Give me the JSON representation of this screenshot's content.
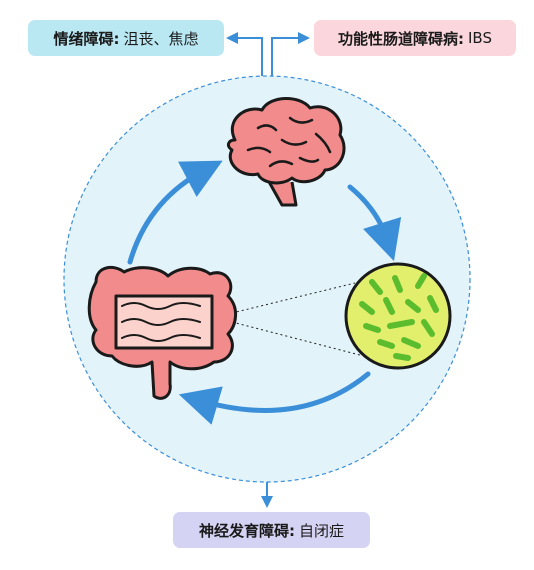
{
  "labels": {
    "mood": {
      "title": "情绪障碍:",
      "detail": "沮丧、焦虑",
      "color": "#b9e8f3"
    },
    "ibs": {
      "title": "功能性肠道障碍病:",
      "detail": "IBS",
      "color": "#fbd6dc"
    },
    "neuro": {
      "title": "神经发育障碍:",
      "detail": "自闭症",
      "color": "#d5d3f3"
    }
  },
  "icons": [
    "brain-icon",
    "bacteria-icon",
    "intestine-icon"
  ],
  "colors": {
    "circle_fill": "#e3f3fa",
    "circle_border": "#3b8fd9",
    "arrow": "#3b8fd9",
    "brain": "#f28b8b",
    "bacteria_bg": "#e2ef6d",
    "bacteria": "#5bbd2e",
    "intestine": "#f28b8b"
  }
}
